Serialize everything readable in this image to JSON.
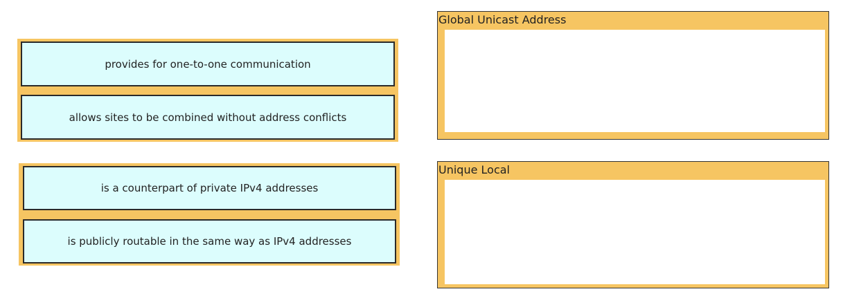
{
  "options": [
    {
      "label": "provides for one-to-one communication"
    },
    {
      "label": "allows sites to be combined without address conflicts"
    },
    {
      "label": "is a counterpart of private IPv4 addresses"
    },
    {
      "label": "is publicly routable in the same way as IPv4 addresses"
    }
  ],
  "targets": [
    {
      "title": "Global Unicast Address"
    },
    {
      "title": "Unique Local"
    }
  ],
  "colors": {
    "accent": "#f6c562",
    "item_bg": "#dcfdfd"
  }
}
